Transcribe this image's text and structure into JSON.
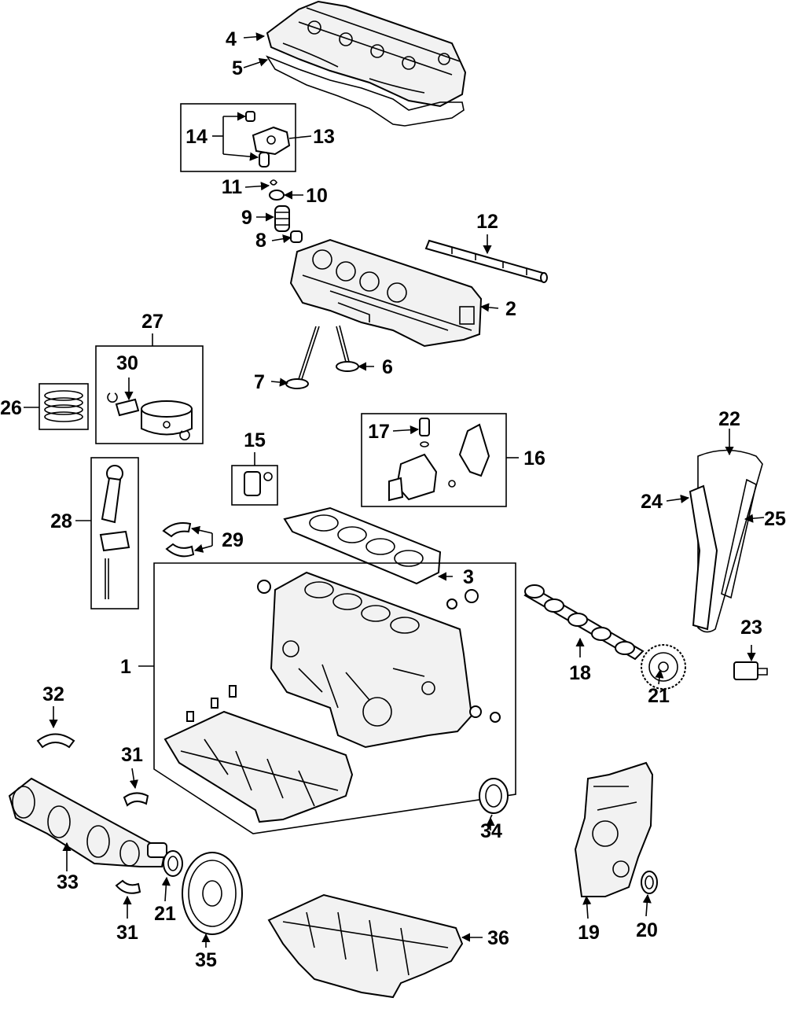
{
  "callouts": {
    "c1": "1",
    "c2": "2",
    "c3": "3",
    "c4": "4",
    "c5": "5",
    "c6": "6",
    "c7": "7",
    "c8": "8",
    "c9": "9",
    "c10": "10",
    "c11": "11",
    "c12": "12",
    "c13": "13",
    "c14": "14",
    "c15": "15",
    "c16": "16",
    "c17": "17",
    "c18": "18",
    "c19": "19",
    "c20": "20",
    "c21a": "21",
    "c21b": "21",
    "c22": "22",
    "c23": "23",
    "c24": "24",
    "c25": "25",
    "c26": "26",
    "c27": "27",
    "c28": "28",
    "c29": "29",
    "c30": "30",
    "c31a": "31",
    "c31b": "31",
    "c32": "32",
    "c33": "33",
    "c34": "34",
    "c35": "35",
    "c36": "36"
  }
}
